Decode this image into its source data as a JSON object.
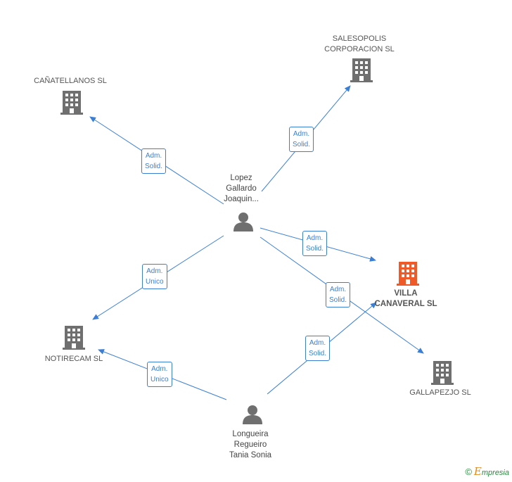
{
  "nodes": {
    "canatellanos": {
      "label": "CAÑATELLANOS SL",
      "type": "company"
    },
    "salesopolis": {
      "label_line1": "SALESOPOLIS",
      "label_line2": "CORPORACION SL",
      "type": "company"
    },
    "lopez": {
      "label_line1": "Lopez",
      "label_line2": "Gallardo",
      "label_line3": "Joaquin...",
      "type": "person"
    },
    "villa": {
      "label_line1": "VILLA",
      "label_line2": "CANAVERAL SL",
      "type": "company",
      "highlight": true
    },
    "notirecam": {
      "label": "NOTIRECAM SL",
      "type": "company"
    },
    "gallapezjo": {
      "label": "GALLAPEZJO SL",
      "type": "company"
    },
    "longueira": {
      "label_line1": "Longueira",
      "label_line2": "Regueiro",
      "label_line3": "Tania Sonia",
      "type": "person"
    }
  },
  "edges": [
    {
      "from": "lopez",
      "to": "canatellanos",
      "line1": "Adm.",
      "line2": "Solid."
    },
    {
      "from": "lopez",
      "to": "salesopolis",
      "line1": "Adm.",
      "line2": "Solid."
    },
    {
      "from": "lopez",
      "to": "villa",
      "line1": "Adm.",
      "line2": "Solid."
    },
    {
      "from": "lopez",
      "to": "notirecam",
      "line1": "Adm.",
      "line2": "Unico"
    },
    {
      "from": "lopez",
      "to": "gallapezjo",
      "line1": "Adm.",
      "line2": "Solid."
    },
    {
      "from": "longueira",
      "to": "villa",
      "line1": "Adm.",
      "line2": "Solid."
    },
    {
      "from": "longueira",
      "to": "notirecam",
      "line1": "Adm.",
      "line2": "Unico"
    }
  ],
  "colors": {
    "edge": "#3a7fd5",
    "company_icon": "#6f6f6f",
    "focus_icon": "#f05a28",
    "person_icon": "#6f6f6f"
  },
  "footer": {
    "copyright": "©",
    "brand_initial": "E",
    "brand_rest": "mpresia"
  }
}
